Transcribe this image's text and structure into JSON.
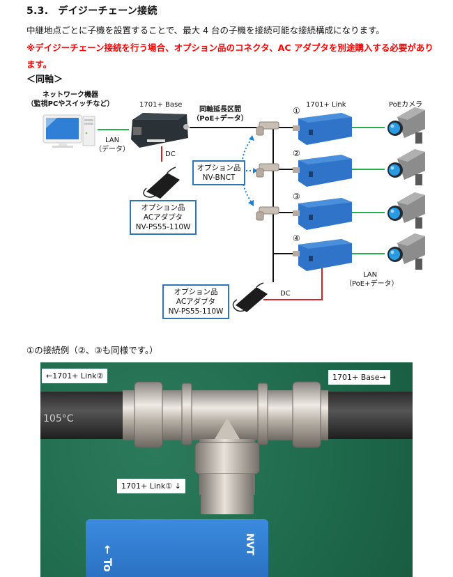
{
  "section": {
    "number": "5.3.",
    "title": "デイジーチェーン接続",
    "body": "中継地点ごとに子機を設置することで、最大 4 台の子機を接続可能な接続構成になります。",
    "warning": "※デイジーチェーン接続を行う場合、オプション品のコネクタ、AC アダプタを別途購入する必要があります。",
    "subheading": "＜同軸＞"
  },
  "diagram": {
    "network_device": {
      "line1": "ネットワーク機器",
      "line2": "（監視PCやスイッチなど）"
    },
    "base_label": "1701+ Base",
    "lan_left": {
      "line1": "LAN",
      "line2": "（データ）"
    },
    "coax_section": {
      "line1": "同軸延長区間",
      "line2": "（PoE+データ）"
    },
    "link_label": "1701+ Link",
    "camera_label": "PoEカメラ",
    "dc_label_top": "DC",
    "dc_label_bottom": "DC",
    "link_numbers": [
      "①",
      "②",
      "③",
      "④"
    ],
    "bnct_option": {
      "line1": "オプション品",
      "line2": "NV-BNCT"
    },
    "ac_option_top": {
      "line1": "オプション品",
      "line2": "ACアダプタ",
      "line3": "NV-PS55-110W"
    },
    "ac_option_bottom": {
      "line1": "オプション品",
      "line2": "ACアダプタ",
      "line3": "NV-PS55-110W"
    },
    "lan_right": {
      "line1": "LAN",
      "line2": "（PoE+データ）"
    },
    "colors": {
      "lan": "#22b04a",
      "dc": "#d42020",
      "coax": "#111111",
      "option_border": "#2e75b6",
      "dotted_arrow": "#1f7fd0",
      "device_blue": "#2f74c8"
    }
  },
  "example": {
    "caption": "①の接続例（②、③も同様です。）",
    "tag_left": "←1701+ Link②",
    "tag_right": "1701+ Base→",
    "tag_bottom": "1701+ Link① ↓",
    "device_text_left": "← To",
    "device_text_right": "NVT",
    "cable_print": "105°C"
  }
}
